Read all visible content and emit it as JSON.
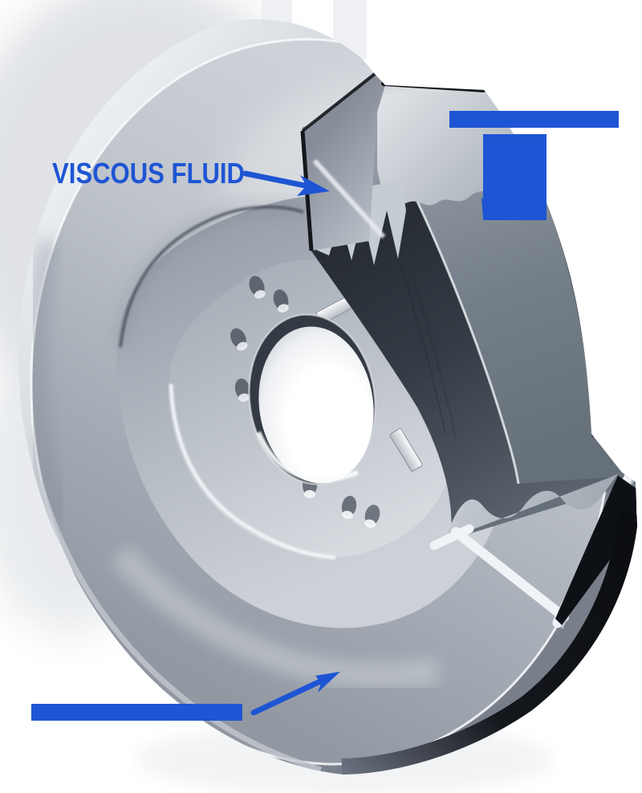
{
  "figure": {
    "labels": {
      "viscous_fluid": "VISCOUS FLUID"
    },
    "redacted_labels": [
      {
        "id": "top-right-bar",
        "text": ""
      },
      {
        "id": "top-right-block",
        "text": ""
      },
      {
        "id": "bottom-left-bar",
        "text": ""
      }
    ],
    "colors": {
      "annotation_blue": "#1E55D4",
      "background": "#FFFFFF",
      "metal_bright": "#F0F2F5",
      "metal_mid": "#9AA2AC",
      "metal_dark": "#30363E",
      "inertia_ring_dark": "#262B33",
      "rim_shadow_black": "#0D1014"
    }
  }
}
